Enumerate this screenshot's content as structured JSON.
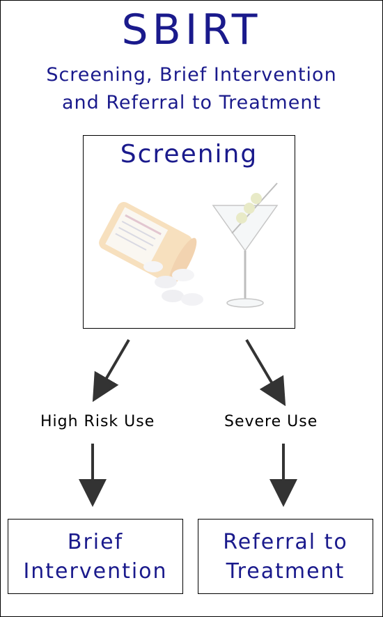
{
  "title": "SBIRT",
  "subtitle_line1": "Screening, Brief Intervention",
  "subtitle_line2": "and Referral to Treatment",
  "screening_box": {
    "title": "Screening",
    "image_items": [
      "pill-bottle-icon",
      "martini-glass-icon"
    ]
  },
  "branches": [
    {
      "label": "High Risk Use",
      "outcome_line1": "Brief",
      "outcome_line2": "Intervention"
    },
    {
      "label": "Severe Use",
      "outcome_line1": "Referral to",
      "outcome_line2": "Treatment"
    }
  ],
  "colors": {
    "title_blue": "#1a1a8c",
    "arrow_gray": "#333333"
  }
}
